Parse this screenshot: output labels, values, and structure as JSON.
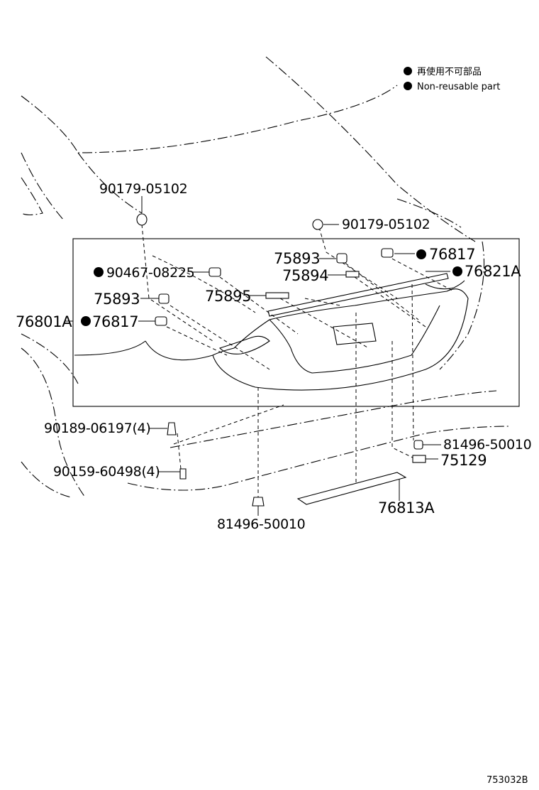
{
  "legend": {
    "line_jp": "再使用不可部品",
    "line_en": "Non-reusable part"
  },
  "labels": {
    "p_90179_top": "90179-05102",
    "p_90179_right": "90179-05102",
    "p_75893_right": "75893",
    "p_76817_right": "76817",
    "p_75894": "75894",
    "p_76821A": "76821A",
    "p_90467": "90467-08225",
    "p_75893_left": "75893",
    "p_75895": "75895",
    "p_76801A": "76801A",
    "p_76817_left": "76817",
    "p_90189": "90189-06197(4)",
    "p_90159": "90159-60498(4)",
    "p_81496_right": "81496-50010",
    "p_75129": "75129",
    "p_81496_bottom": "81496-50010",
    "p_76813A": "76813A"
  },
  "diagram_code": "753032B"
}
